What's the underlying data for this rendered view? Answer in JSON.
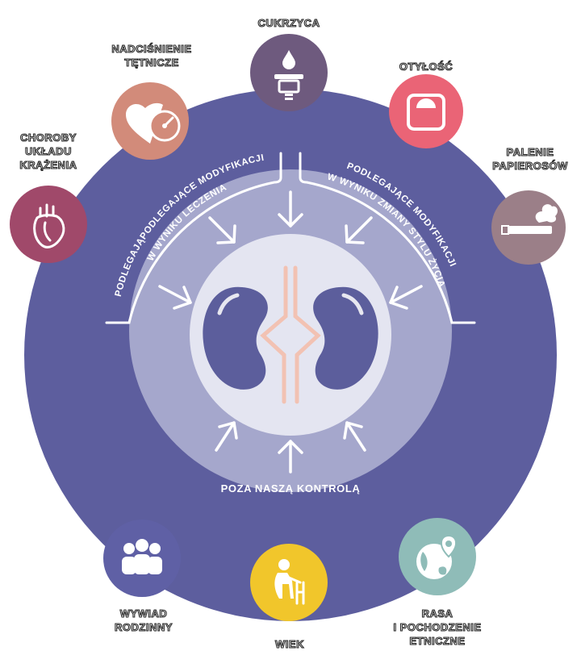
{
  "diagram": {
    "factors": [
      {
        "id": "diabetes",
        "label_lines": [
          "CUKRZYCA"
        ],
        "icon": "glucose-meter-icon",
        "color": "#6e5a7e"
      },
      {
        "id": "obesity",
        "label_lines": [
          "OTYŁOŚĆ"
        ],
        "icon": "scale-icon",
        "color": "#ea6476"
      },
      {
        "id": "smoking",
        "label_lines": [
          "PALENIE",
          "PAPIEROSÓW"
        ],
        "icon": "cigarette-icon",
        "color": "#9b7f88"
      },
      {
        "id": "hypertension",
        "label_lines": [
          "NADCIŚNIENIE",
          "TĘTNICZE"
        ],
        "icon": "heart-gauge-icon",
        "color": "#d28b7a"
      },
      {
        "id": "cardiovascular",
        "label_lines": [
          "CHOROBY",
          "UKŁADU",
          "KRĄŻENIA"
        ],
        "icon": "anatomical-heart-icon",
        "color": "#a0496a"
      },
      {
        "id": "family-history",
        "label_lines": [
          "WYWIAD",
          "RODZINNY"
        ],
        "icon": "family-group-icon",
        "color": "#5f60a5"
      },
      {
        "id": "age",
        "label_lines": [
          "WIEK"
        ],
        "icon": "elderly-person-icon",
        "color": "#f1c62b"
      },
      {
        "id": "ethnicity",
        "label_lines": [
          "RASA",
          "I POCHODZENIE",
          "ETNICZNE"
        ],
        "icon": "globe-pin-icon",
        "color": "#8fbcb8"
      }
    ],
    "ring_left_lines": [
      "PODLEGAJĄPODLEGAJĄCE MODYFIKACJI",
      "W WYNIKU LECZENIA"
    ],
    "ring_right_lines": [
      "PODLEGAJĄCE MODYFIKACJI",
      "W WYNIKU ZMIANY STYLU ŻYCIA"
    ],
    "bottom_label": "POZA NASZĄ KONTROLĄ",
    "center_icon": "kidneys-icon",
    "colors": {
      "outer_circle": "#5d5e9e",
      "middle_circle": "#a5a7cc",
      "inner_circle": "#e4e5f1",
      "kidney": "#5c5e9c",
      "ureter": "#f2c2b3",
      "arrow": "#ffffff"
    }
  }
}
